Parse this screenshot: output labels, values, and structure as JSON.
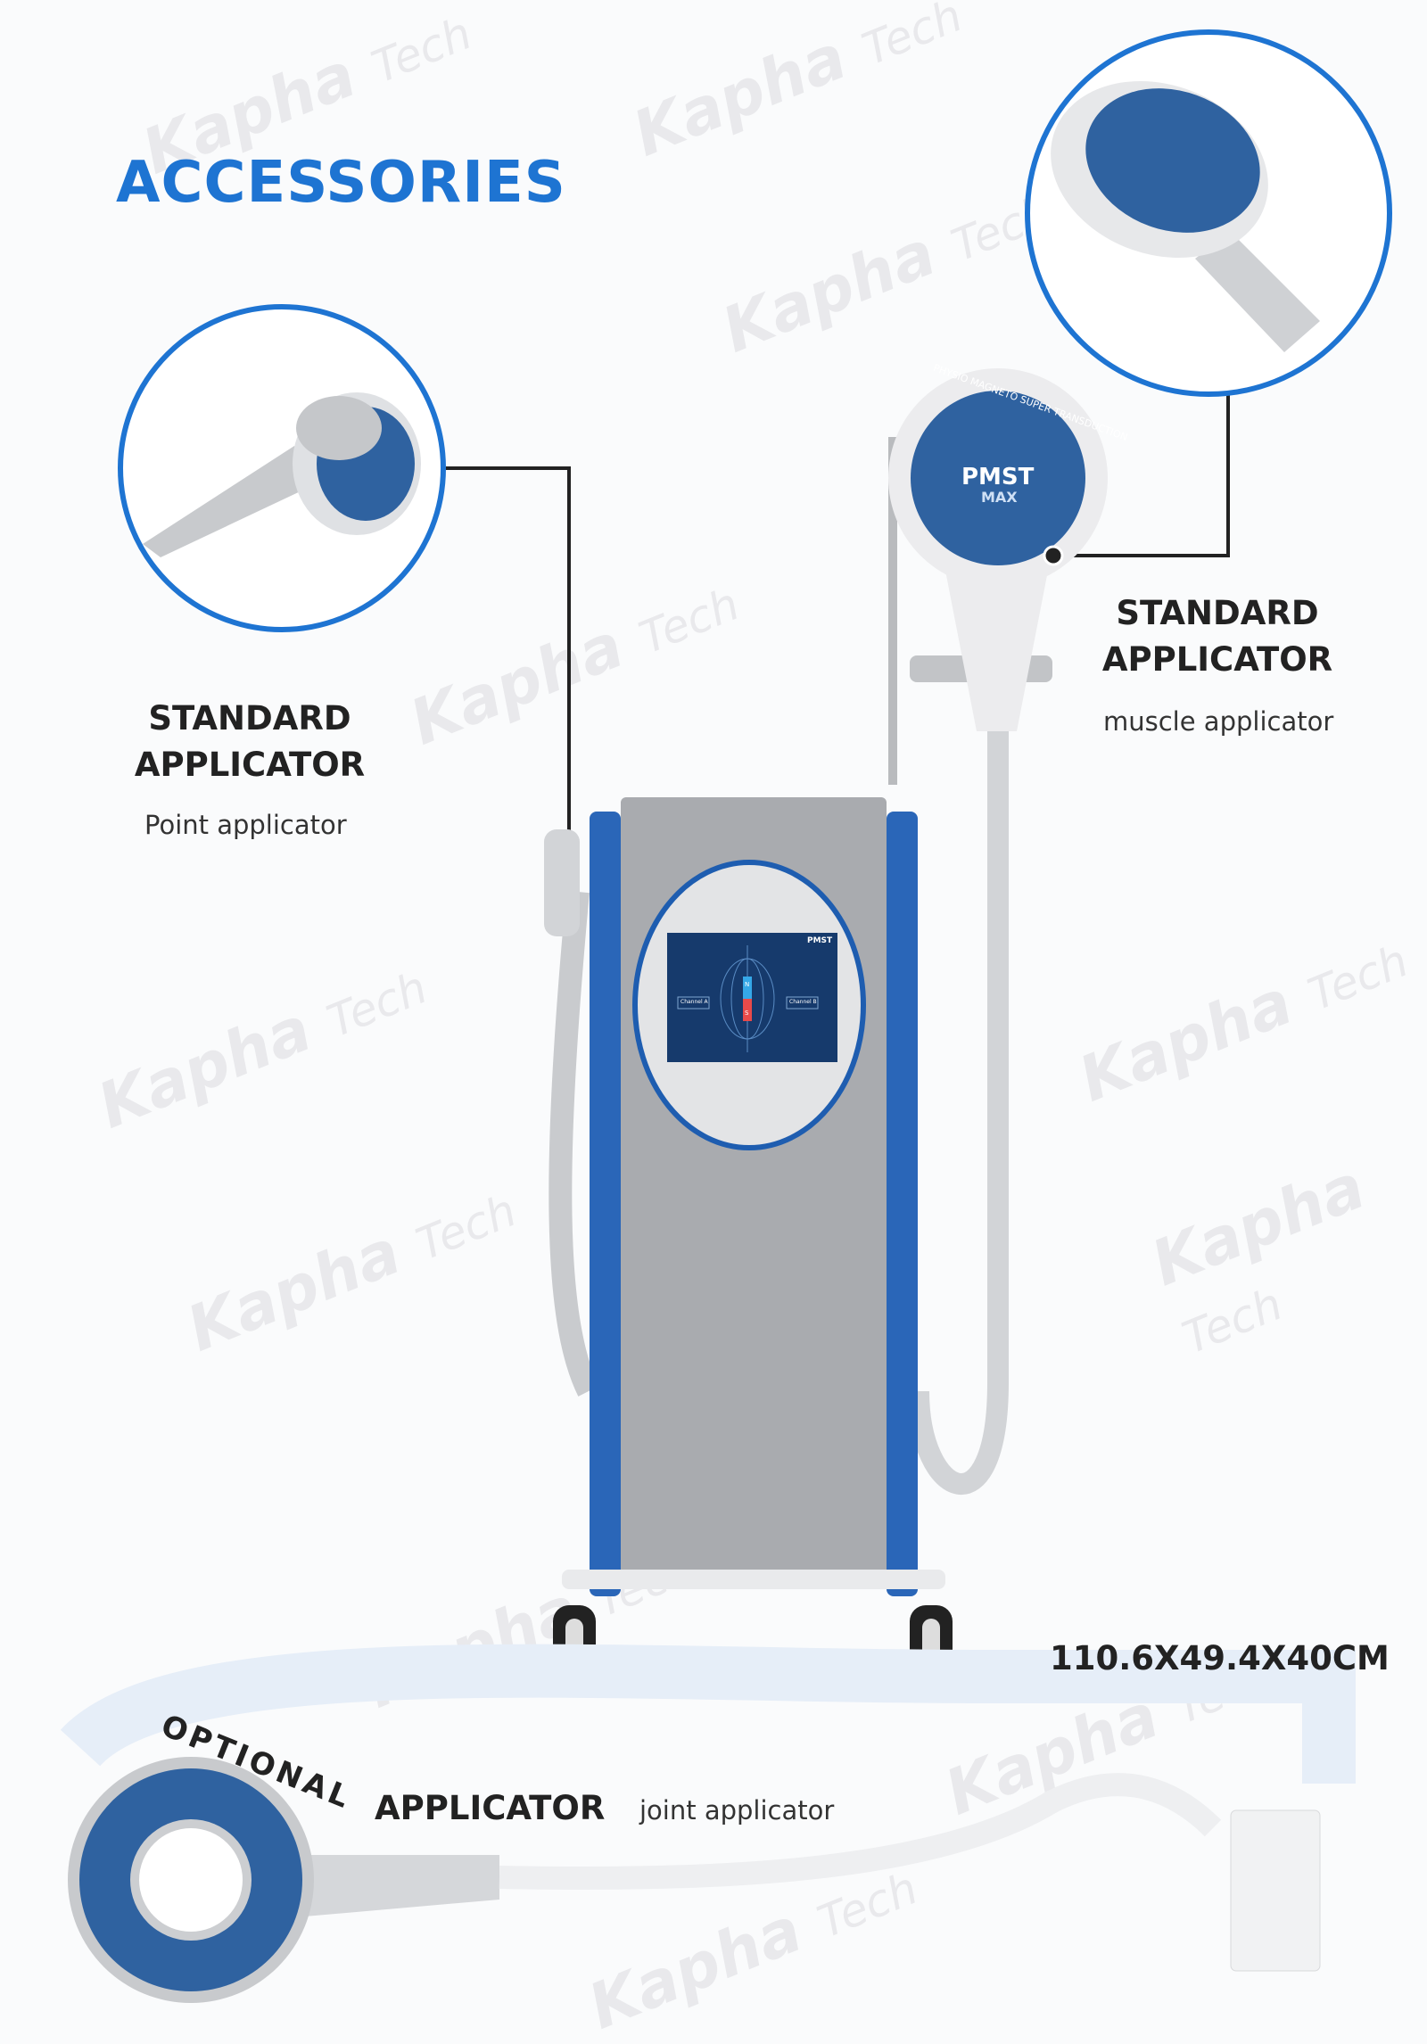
{
  "heading": "ACCESSORIES",
  "watermark": {
    "brand": "Kapha",
    "suffix": "Tech"
  },
  "left_accessory": {
    "title_line1": "STANDARD",
    "title_line2": "APPLICATOR",
    "subtitle": "Point applicator"
  },
  "right_accessory": {
    "title_line1": "STANDARD",
    "title_line2": "APPLICATOR",
    "subtitle": "muscle applicator"
  },
  "optional_accessory": {
    "curved_label": "OPTIONAL",
    "title": "APPLICATOR",
    "subtitle": "joint applicator"
  },
  "dimensions": "110.6X49.4X40CM",
  "applicator_ring_text": "PHYSIO MAGNETO SUPER TRANSDUCTION",
  "applicator_brand": "PMST",
  "applicator_model": "MAX",
  "screen": {
    "brand": "PMST",
    "channel_a": "Channel A",
    "channel_b": "Channel B",
    "north": "N",
    "south": "S"
  },
  "colors": {
    "accent": "#1e74d2",
    "rail": "#2a66b8",
    "panel": "#a9abaf",
    "applicator": "#2f62a0"
  }
}
